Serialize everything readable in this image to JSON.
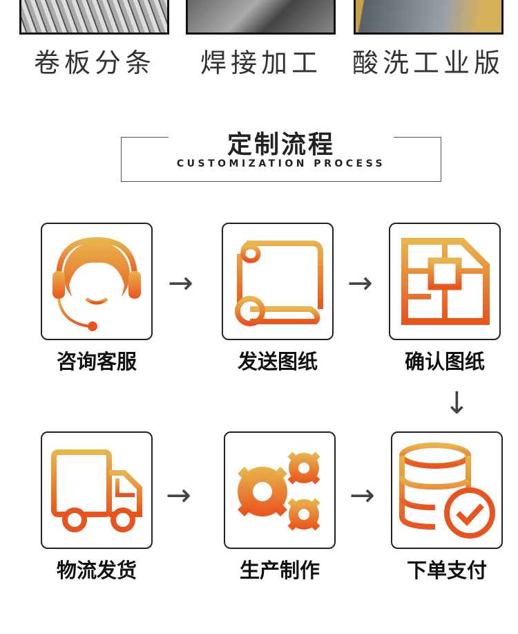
{
  "products": [
    {
      "caption": "卷板分条"
    },
    {
      "caption": "焊接加工"
    },
    {
      "caption": "酸洗工业版"
    }
  ],
  "section": {
    "title": "定制流程",
    "subtitle": "CUSTOMIZATION PROCESS"
  },
  "steps": [
    {
      "label": "咨询客服",
      "icon": "customer-service-headset-icon"
    },
    {
      "label": "发送图纸",
      "icon": "scroll-drawing-icon"
    },
    {
      "label": "确认图纸",
      "icon": "blueprint-icon"
    },
    {
      "label": "物流发货",
      "icon": "truck-icon"
    },
    {
      "label": "生产制作",
      "icon": "gears-icon"
    },
    {
      "label": "下单支付",
      "icon": "database-check-icon"
    }
  ],
  "arrows": {
    "right": "→",
    "down": "↓"
  },
  "colors": {
    "gradient_top": "#e8b44c",
    "gradient_bottom": "#e9531d"
  }
}
